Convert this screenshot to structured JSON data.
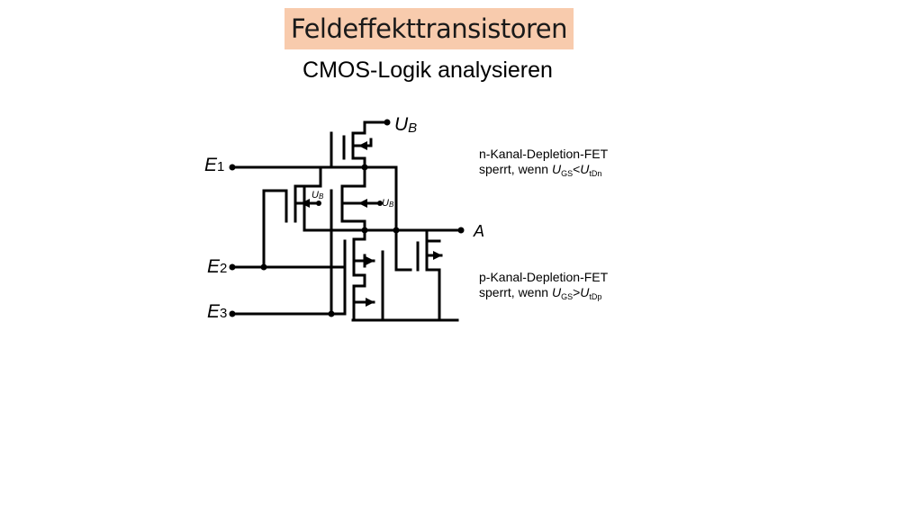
{
  "title": "Feldeffekttransistoren",
  "subtitle": "CMOS-Logik analysieren",
  "colors": {
    "title_bg": "#f8cbad",
    "line": "#000000"
  },
  "labels": {
    "ub_main": "U",
    "ub_main_sub": "B",
    "ub_small1": "U",
    "ub_small1_sub": "B",
    "ub_small2": "U",
    "ub_small2_sub": "B",
    "e1": "E",
    "e1_sub": "1",
    "e2": "E",
    "e2_sub": "2",
    "e3": "E",
    "e3_sub": "3",
    "a": "A"
  },
  "notes": {
    "n_channel": {
      "line1": "n-Kanal-Depletion-FET",
      "line2_prefix": "sperrt, wenn ",
      "u1": "U",
      "u1_sub": "GS",
      "op": "<",
      "u2": "U",
      "u2_sub": "tDn"
    },
    "p_channel": {
      "line1": "p-Kanal-Depletion-FET",
      "line2_prefix": "sperrt, wenn ",
      "u1": "U",
      "u1_sub": "GS",
      "op": ">",
      "u2": "U",
      "u2_sub": "tDp"
    }
  }
}
